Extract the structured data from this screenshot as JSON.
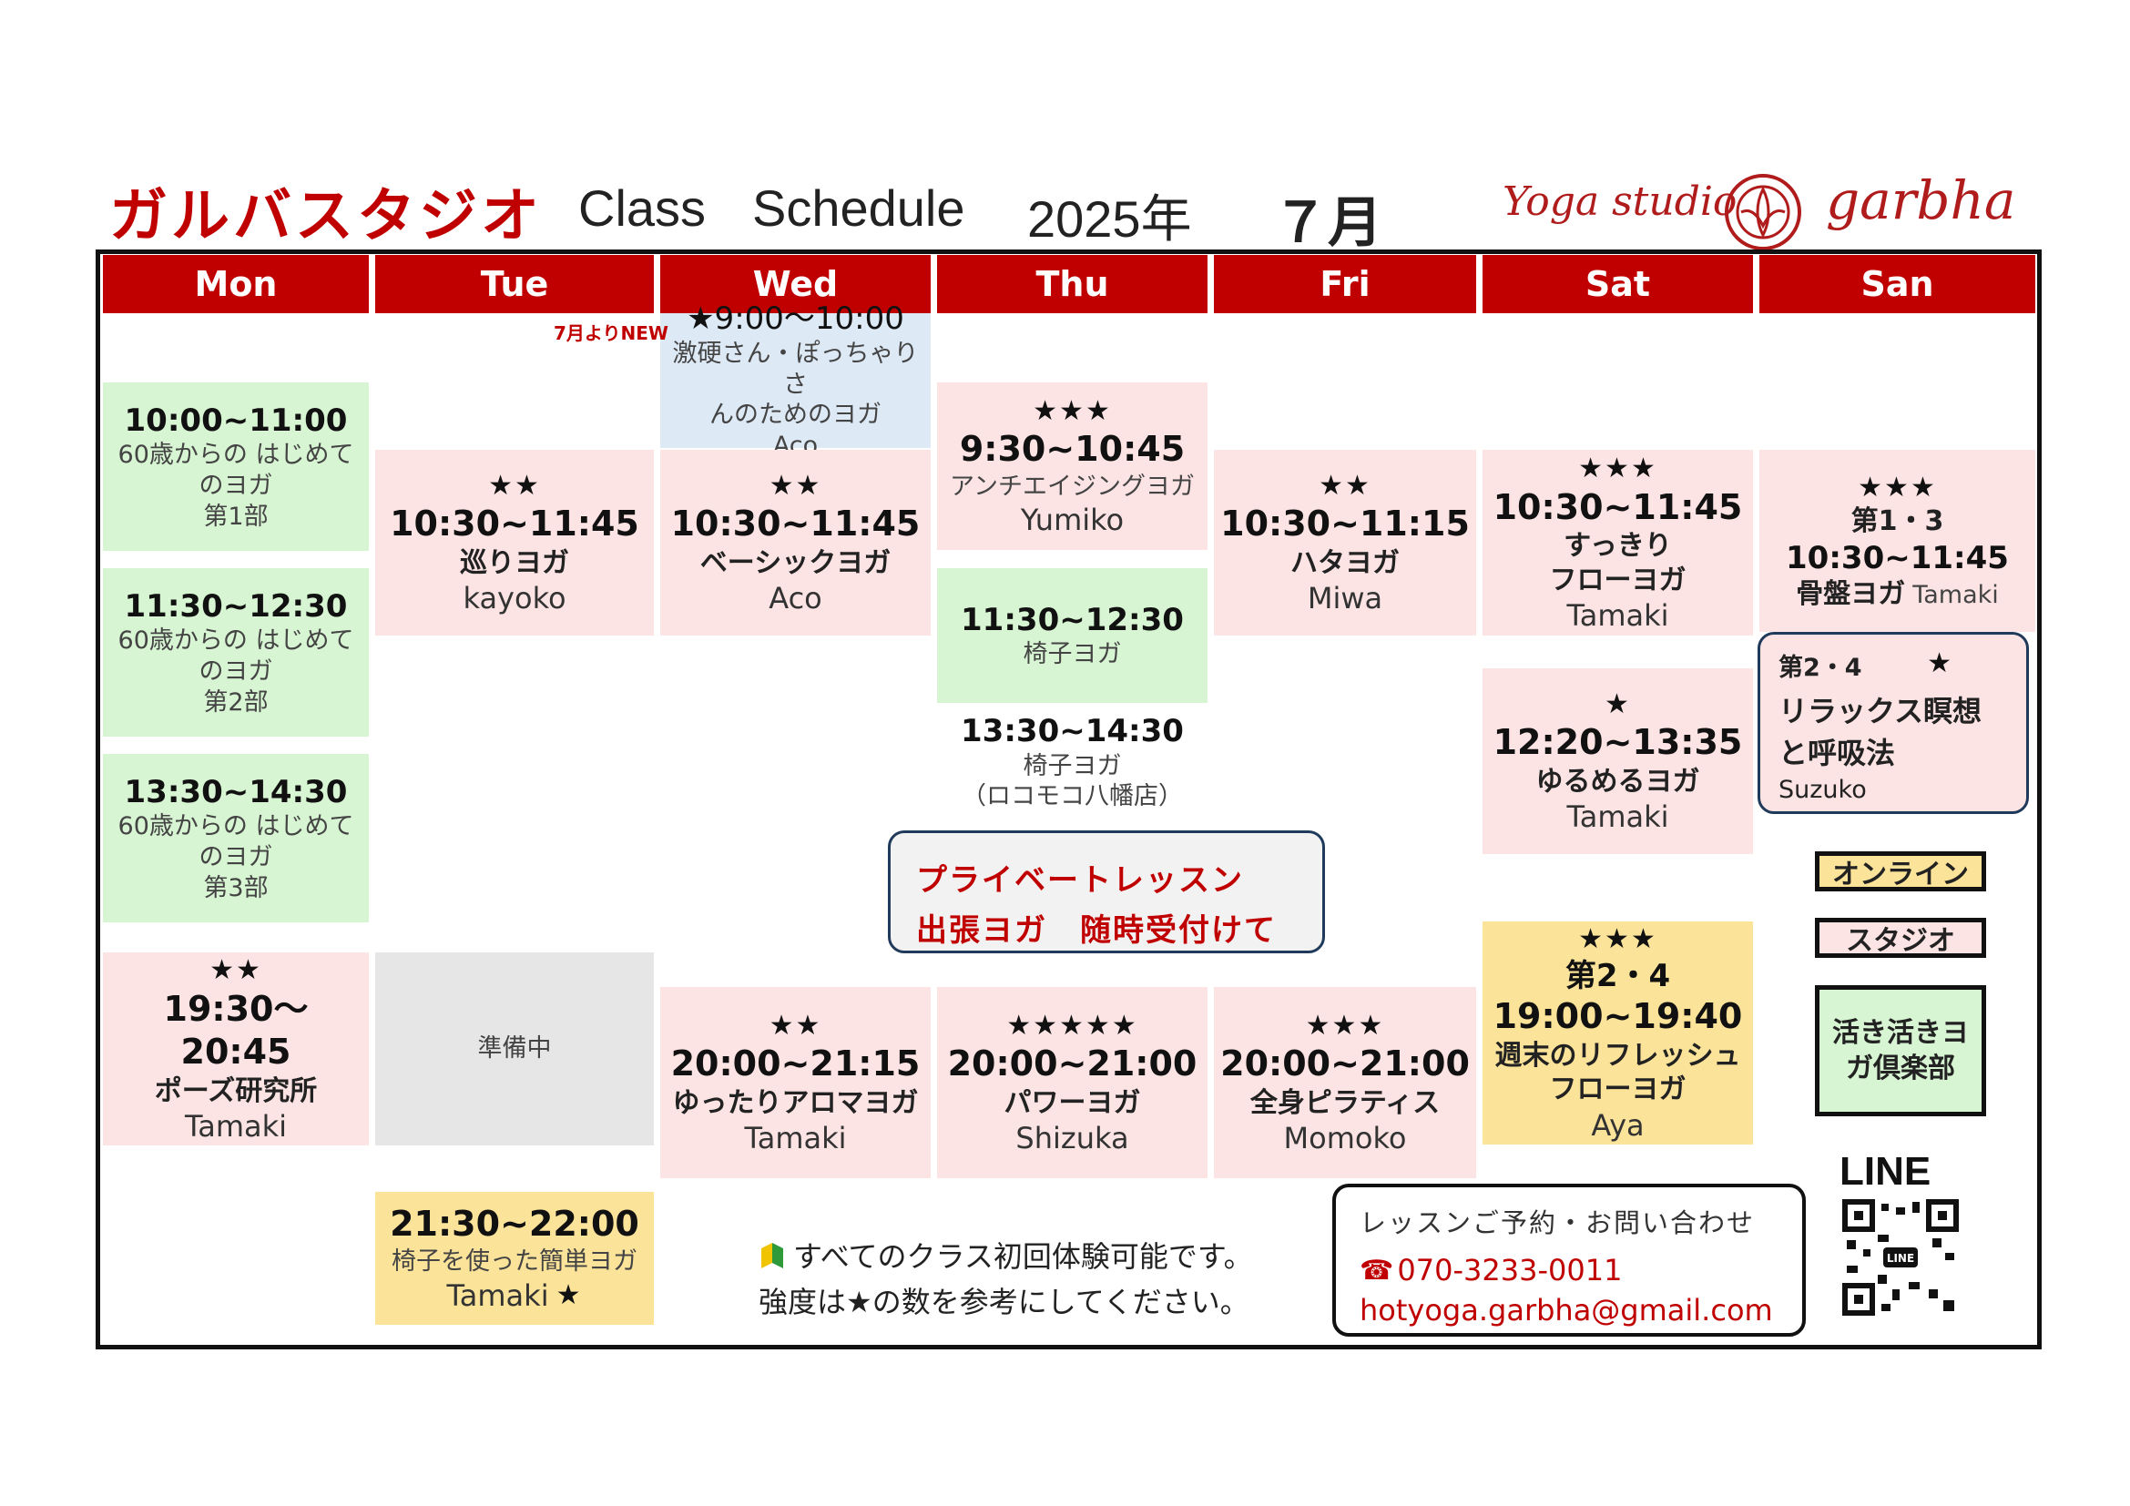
{
  "header": {
    "studio_jp": "ガルバスタジオ",
    "class_label": "Class",
    "schedule_label": "Schedule",
    "year": "2025年",
    "month": "７月",
    "brand_prefix": "Yoga studio",
    "brand_name": "garbha"
  },
  "days": [
    "Mon",
    "Tue",
    "Wed",
    "Thu",
    "Fri",
    "Sat",
    "San"
  ],
  "colors": {
    "accent": "#c00000",
    "pink": "#fde4e4",
    "green": "#d7f5d2",
    "blue": "#dde9f5",
    "yellow": "#fbe39a",
    "grey": "#e6e6e6"
  },
  "mon": {
    "c1": {
      "time": "10:00~11:00",
      "line1": "60歳からの はじめて",
      "line2": "のヨガ",
      "part": "第1部"
    },
    "c2": {
      "time": "11:30~12:30",
      "line1": "60歳からの はじめて",
      "line2": "のヨガ",
      "part": "第2部"
    },
    "c3": {
      "time": "13:30~14:30",
      "line1": "60歳からの はじめて",
      "line2": "のヨガ",
      "part": "第3部"
    },
    "c4": {
      "stars": "★★",
      "time": "19:30～20:45",
      "name": "ポーズ研究所",
      "inst": "Tamaki"
    }
  },
  "tue": {
    "c1": {
      "stars": "★★",
      "time": "10:30~11:45",
      "name": "巡りヨガ",
      "inst": "kayoko"
    },
    "c2": {
      "label": "準備中"
    },
    "c3": {
      "time": "21:30~22:00",
      "name": "椅子を使った簡単ヨガ",
      "inst": "Tamaki",
      "star": "★"
    }
  },
  "wed": {
    "c0": {
      "new_tag": "7月よりNEW",
      "time": "★9:00～10:00",
      "line1": "激硬さん・ぽっちゃりさ",
      "line2": "んのためのヨガ",
      "inst": "Aco"
    },
    "c1": {
      "stars": "★★",
      "time": "10:30~11:45",
      "name": "ベーシックヨガ",
      "inst": "Aco"
    },
    "c2": {
      "stars": "★★",
      "time": "20:00~21:15",
      "name": "ゆったりアロマヨガ",
      "inst": "Tamaki"
    }
  },
  "thu": {
    "c1": {
      "stars": "★★★",
      "time": "9:30~10:45",
      "name": "アンチエイジングヨガ",
      "inst": "Yumiko"
    },
    "c2": {
      "time": "11:30~12:30",
      "name": "椅子ヨガ"
    },
    "c3": {
      "time": "13:30~14:30",
      "name": "椅子ヨガ",
      "place": "（ロコモコ八幡店）"
    },
    "c4": {
      "stars": "★★★★★",
      "time": "20:00~21:00",
      "name": "パワーヨガ",
      "inst": "Shizuka"
    }
  },
  "fri": {
    "c1": {
      "stars": "★★",
      "time": "10:30~11:15",
      "name": "ハタヨガ",
      "inst": "Miwa"
    },
    "c2": {
      "stars": "★★★",
      "time": "20:00~21:00",
      "name": "全身ピラティス",
      "inst": "Momoko"
    }
  },
  "sat": {
    "c1": {
      "stars": "★★★",
      "time": "10:30~11:45",
      "name1": "すっきり",
      "name2": "フローヨガ",
      "inst": "Tamaki"
    },
    "c2": {
      "stars": "★",
      "time": "12:20~13:35",
      "name": "ゆるめるヨガ",
      "inst": "Tamaki"
    },
    "c3": {
      "stars": "★★★",
      "week": "第2・4",
      "time": "19:00~19:40",
      "name1": "週末のリフレッシュ",
      "name2": "フローヨガ",
      "inst": "Aya"
    }
  },
  "sun": {
    "c1": {
      "stars": "★★★",
      "week": "第1・3",
      "time": "10:30~11:45",
      "name": "骨盤ヨガ",
      "inst": "Tamaki"
    },
    "c2": {
      "week": "第2・4",
      "star": "★",
      "name1": "リラックス瞑想",
      "name2": "と呼吸法",
      "inst": "Suzuko"
    },
    "online": "オンライン",
    "studio": "スタジオ",
    "club": "活き活きヨガ倶楽部",
    "line": "LINE"
  },
  "private": {
    "line1": "プライベートレッスン",
    "line2": "出張ヨガ　随時受付けて"
  },
  "trial": {
    "icon": "beginner-mark-icon",
    "line1": "すべてのクラス初回体験可能です。",
    "line2": "強度は★の数を参考にしてください。"
  },
  "contact": {
    "title": "レッスンご予約・お問い合わせ",
    "phone": "070-3233-0011",
    "email": "hotyoga.garbha@gmail.com"
  }
}
